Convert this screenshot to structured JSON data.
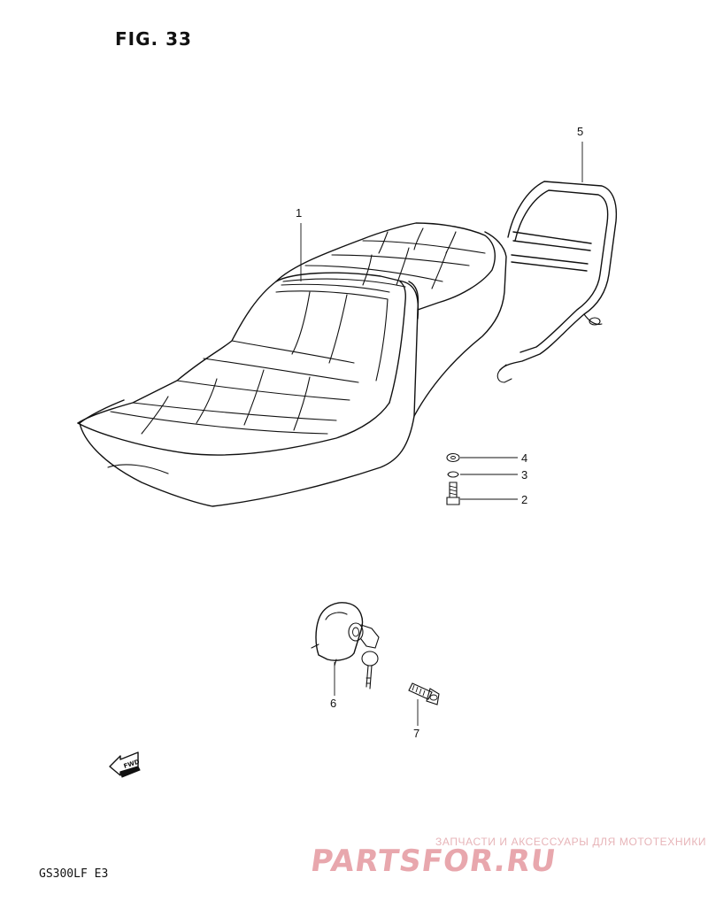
{
  "figure": {
    "title": "FIG. 33"
  },
  "model": {
    "label": "GS300LF  E3"
  },
  "parts": [
    {
      "ref": "1",
      "name": "seat"
    },
    {
      "ref": "2",
      "name": "bolt"
    },
    {
      "ref": "3",
      "name": "lock washer"
    },
    {
      "ref": "4",
      "name": "washer"
    },
    {
      "ref": "5",
      "name": "rear grab handle"
    },
    {
      "ref": "6",
      "name": "seat lock assembly"
    },
    {
      "ref": "7",
      "name": "screw"
    }
  ],
  "direction_marker": {
    "text": "FWD",
    "icon": "fwd-arrow-icon"
  },
  "watermark": {
    "subtitle": "ЗАПЧАСТИ И АКСЕССУАРЫ ДЛЯ МОТОТЕХНИКИ",
    "brand": "PARTSFOR.RU",
    "color": "#e8a7ad"
  }
}
